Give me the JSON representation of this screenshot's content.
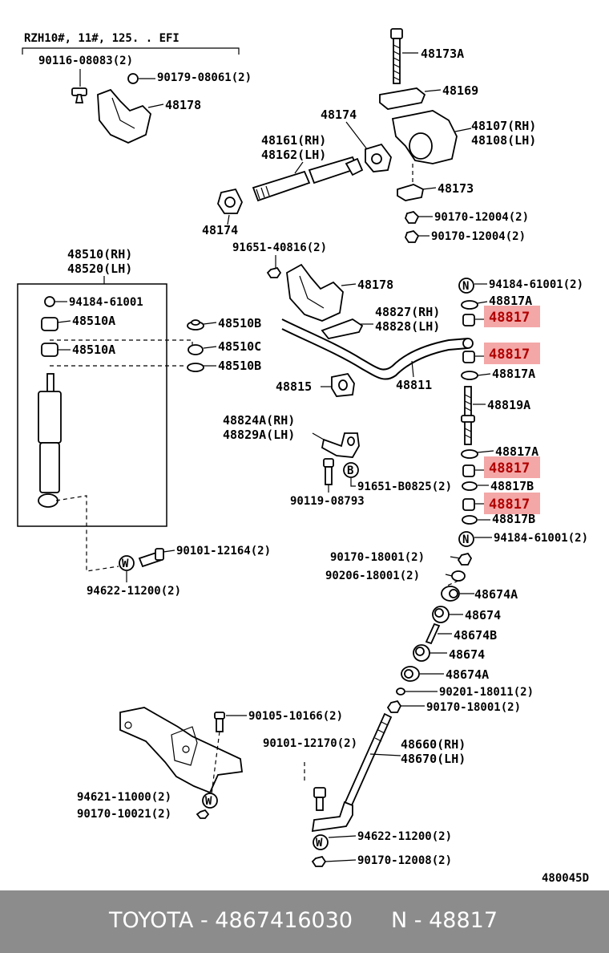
{
  "diagram": {
    "model_note": "RZH10#, 11#, 125. . EFI",
    "drawing_number": "480045D",
    "highlighted_part": "48817",
    "labels": {
      "l_90116": "90116-08083(2)",
      "l_90179": "90179-08061(2)",
      "l_48178a": "48178",
      "l_48173A": "48173A",
      "l_48169": "48169",
      "l_48174a": "48174",
      "l_48107": "48107(RH)",
      "l_48108": "48108(LH)",
      "l_48161": "48161(RH)",
      "l_48162": "48162(LH)",
      "l_48173": "48173",
      "l_48174b": "48174",
      "l_90170a": "90170-12004(2)",
      "l_90170b": "90170-12004(2)",
      "l_91651a": "91651-40816(2)",
      "l_48510": "48510(RH)",
      "l_48520": "48520(LH)",
      "l_48178b": "48178",
      "l_94184a": "94184-61001(2)",
      "l_94184b": "94184-61001",
      "l_48510Aa": "48510A",
      "l_48510Ab": "48510A",
      "l_48510Ba": "48510B",
      "l_48510C": "48510C",
      "l_48510Bb": "48510B",
      "l_48827": "48827(RH)",
      "l_48828": "48828(LH)",
      "l_48817Aa": "48817A",
      "l_48817Ab": "48817A",
      "l_48815": "48815",
      "l_48811": "48811",
      "l_48819A": "48819A",
      "l_48824A": "48824A(RH)",
      "l_48829A": "48829A(LH)",
      "l_48817Ac": "48817A",
      "l_91651b": "91651-B0825(2)",
      "l_48817Ba": "48817B",
      "l_90119": "90119-08793",
      "l_48817Bb": "48817B",
      "l_94184c": "94184-61001(2)",
      "l_90101a": "90101-12164(2)",
      "l_94622a": "94622-11200(2)",
      "l_90170c": "90170-18001(2)",
      "l_90206": "90206-18001(2)",
      "l_48674Aa": "48674A",
      "l_48674a": "48674",
      "l_48674B": "48674B",
      "l_48674b": "48674",
      "l_48674Ab": "48674A",
      "l_90201": "90201-18011(2)",
      "l_90170d": "90170-18001(2)",
      "l_90105": "90105-10166(2)",
      "l_90101b": "90101-12170(2)",
      "l_48660": "48660(RH)",
      "l_48670": "48670(LH)",
      "l_94621": "94621-11000(2)",
      "l_90170e": "90170-10021(2)",
      "l_94622b": "94622-11200(2)",
      "l_90170f": "90170-12008(2)",
      "l_markN1": "N",
      "l_markN2": "N",
      "l_markW1": "W",
      "l_markW2": "W",
      "l_markW3": "W",
      "l_markB": "B"
    }
  },
  "footer": {
    "left": "TOYOTA - 4867416030",
    "right": "N - 48817"
  }
}
